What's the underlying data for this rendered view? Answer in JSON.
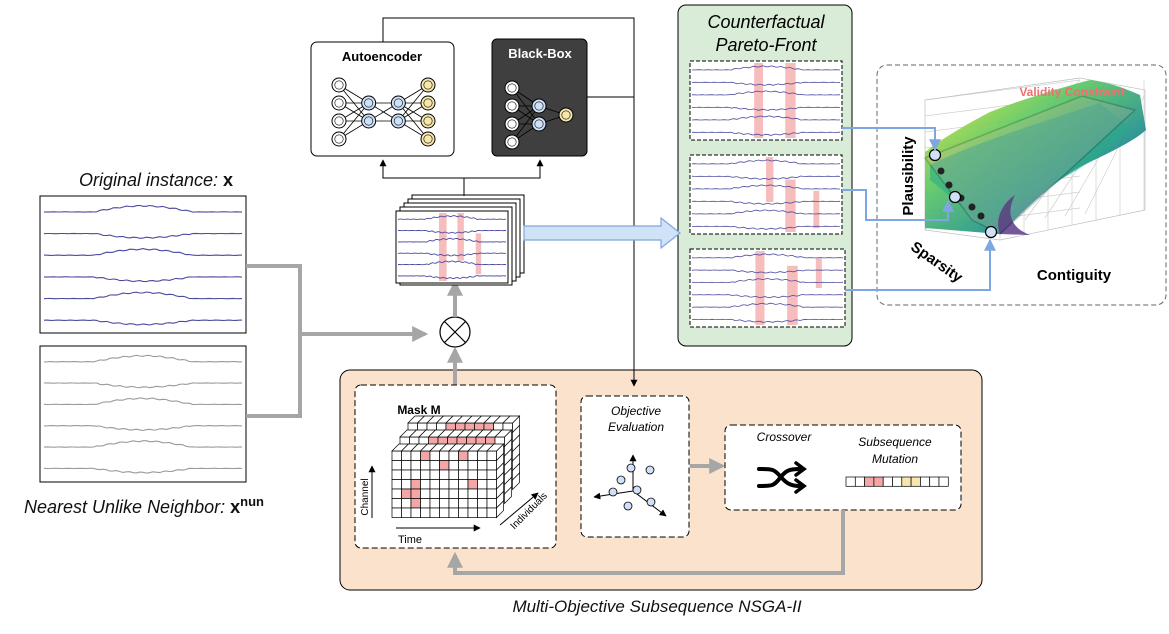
{
  "labels": {
    "original_instance": "Original instance: ",
    "original_symbol": "x",
    "nun_label": "Nearest Unlike Neighbor: ",
    "nun_symbol": "x",
    "nun_superscript": "nun",
    "autoencoder": "Autoencoder",
    "black_box": "Black-Box",
    "pareto_front_line1": "Counterfactual",
    "pareto_front_line2": "Pareto-Front",
    "validity_constraint": "Validity Constraint",
    "plausibility": "Plausibility",
    "sparsity": "Sparsity",
    "contiguity": "Contiguity",
    "mask": "Mask M",
    "channel": "Channel",
    "time": "Time",
    "individuals": "Individuals",
    "objective_line1": "Objective",
    "objective_line2": "Evaluation",
    "crossover": "Crossover",
    "mutation_line1": "Subsequence",
    "mutation_line2": "Mutation",
    "nsga_title": "Multi-Objective Subsequence NSGA-II"
  },
  "colors": {
    "series_original": "#4b4b9e",
    "series_nun": "#9a9a9a",
    "highlight": "#f4a6a6",
    "pareto_bg": "#d9ecd7",
    "nsga_bg": "#fbe2cc",
    "black_box_bg": "#3f3f3f",
    "node_blue": "#cfe0f7",
    "node_yellow": "#f7e6ad",
    "arrow_blue": "#7ea6e0",
    "flow_gray": "#a6a6a6"
  },
  "icons": {
    "combine": "circle-times-icon",
    "crossover": "shuffle-icon"
  }
}
